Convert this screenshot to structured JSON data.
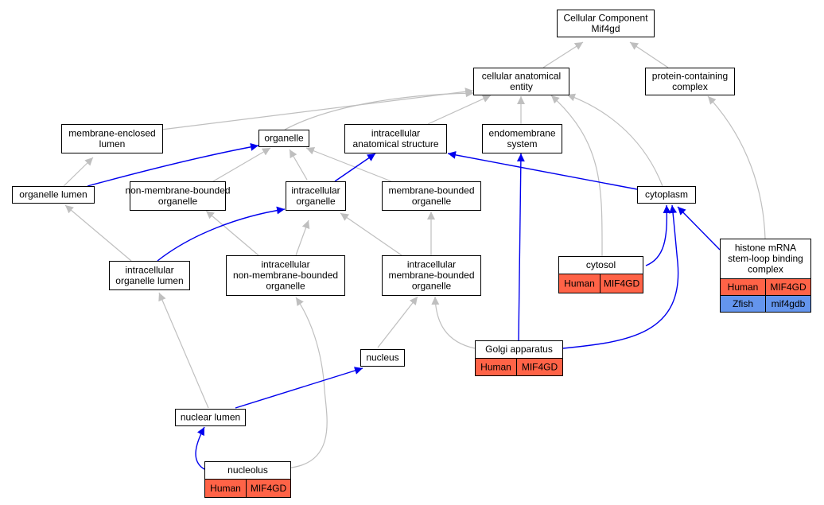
{
  "colors": {
    "grey_edge": "#bfbfbf",
    "blue_edge": "#0000ee",
    "human": "#ff6347",
    "zfish": "#6495ed"
  },
  "nodes": {
    "cellular_component": {
      "lines": [
        "Cellular Component",
        "Mif4gd"
      ]
    },
    "cellular_anatomical_entity": {
      "lines": [
        "cellular anatomical",
        "entity"
      ]
    },
    "protein_containing_complex": {
      "lines": [
        "protein-containing",
        "complex"
      ]
    },
    "membrane_enclosed_lumen": {
      "lines": [
        "membrane-enclosed",
        "lumen"
      ]
    },
    "organelle": {
      "lines": [
        "organelle"
      ]
    },
    "intracellular_anatomical_structure": {
      "lines": [
        "intracellular",
        "anatomical structure"
      ]
    },
    "endomembrane_system": {
      "lines": [
        "endomembrane",
        "system"
      ]
    },
    "organelle_lumen": {
      "lines": [
        "organelle lumen"
      ]
    },
    "non_membrane_bounded_organelle": {
      "lines": [
        "non-membrane-bounded",
        "organelle"
      ]
    },
    "intracellular_organelle": {
      "lines": [
        "intracellular",
        "organelle"
      ]
    },
    "membrane_bounded_organelle": {
      "lines": [
        "membrane-bounded",
        "organelle"
      ]
    },
    "cytoplasm": {
      "lines": [
        "cytoplasm"
      ]
    },
    "intracellular_organelle_lumen": {
      "lines": [
        "intracellular",
        "organelle lumen"
      ]
    },
    "intracellular_non_membrane_bounded_organelle": {
      "lines": [
        "intracellular",
        "non-membrane-bounded",
        "organelle"
      ]
    },
    "intracellular_membrane_bounded_organelle": {
      "lines": [
        "intracellular",
        "membrane-bounded",
        "organelle"
      ]
    },
    "cytosol": {
      "lines": [
        "cytosol"
      ],
      "rows": [
        [
          "Human",
          "MIF4GD"
        ]
      ]
    },
    "histone_mrna_complex": {
      "lines": [
        "histone mRNA",
        "stem-loop binding",
        "complex"
      ],
      "rows": [
        [
          "Human",
          "MIF4GD"
        ],
        [
          "Zfish",
          "mif4gdb"
        ]
      ]
    },
    "nucleus": {
      "lines": [
        "nucleus"
      ]
    },
    "golgi_apparatus": {
      "lines": [
        "Golgi apparatus"
      ],
      "rows": [
        [
          "Human",
          "MIF4GD"
        ]
      ]
    },
    "nuclear_lumen": {
      "lines": [
        "nuclear lumen"
      ]
    },
    "nucleolus": {
      "lines": [
        "nucleolus"
      ],
      "rows": [
        [
          "Human",
          "MIF4GD"
        ]
      ]
    }
  }
}
